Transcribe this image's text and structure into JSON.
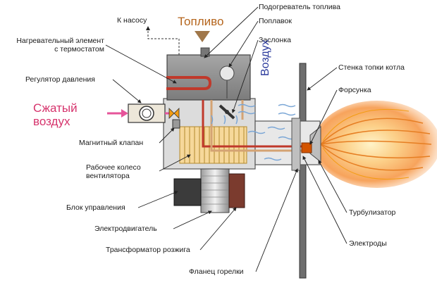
{
  "labels": {
    "to_pump": "К насосу",
    "fuel": "Топливо",
    "fuel_heater": "Подогреватель топлива",
    "float": "Поплавок",
    "damper": "Заслонка",
    "heating_element_1": "Нагревательный элемент",
    "heating_element_2": "с термостатом",
    "pressure_regulator": "Регулятор давления",
    "compressed_air_1": "Сжатый",
    "compressed_air_2": "воздух",
    "air": "Воздух",
    "boiler_wall": "Стенка топки котла",
    "nozzle": "Форсунка",
    "solenoid_valve": "Магнитный клапан",
    "fan_wheel_1": "Рабочее колесо",
    "fan_wheel_2": "вентилятора",
    "control_unit": "Блок управления",
    "electric_motor": "Электродвигатель",
    "ignition_transformer": "Трансформатор розжига",
    "burner_flange": "Фланец горелки",
    "turbulator": "Турбулизатор",
    "electrodes": "Электроды"
  },
  "colors": {
    "fuel_text": "#b5651d",
    "compressed_air_text": "#d6336c",
    "air_text": "#2b3a9c",
    "tank": "#8a8a8a",
    "housing": "#d9d9d9",
    "fuel_line": "#c0392b",
    "flame_outer": "#f7a35c",
    "flame_inner": "#fde3a7"
  }
}
